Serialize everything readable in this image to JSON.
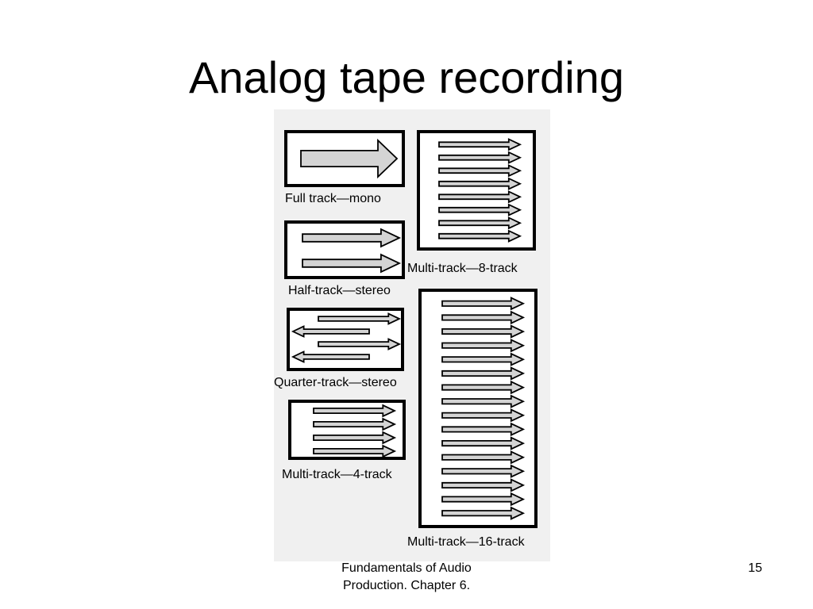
{
  "slide": {
    "title": "Analog tape recording",
    "footer_line1": "Fundamentals of Audio",
    "footer_line2": "Production. Chapter 6.",
    "page_number": "15"
  },
  "colors": {
    "figure_background": "#f0f0f0",
    "arrow_fill": "#d4d4d4",
    "frame": "#000000",
    "text": "#000000"
  },
  "formats": [
    {
      "label": "Full track—mono",
      "tracks": 1,
      "directions": [
        "right"
      ]
    },
    {
      "label": "Half-track—stereo",
      "tracks": 2,
      "directions": [
        "right",
        "right"
      ]
    },
    {
      "label": "Quarter-track—stereo",
      "tracks": 4,
      "directions": [
        "right",
        "left",
        "right",
        "left"
      ]
    },
    {
      "label": "Multi-track—4-track",
      "tracks": 4,
      "directions": [
        "right",
        "right",
        "right",
        "right"
      ]
    },
    {
      "label": "Multi-track—8-track",
      "tracks": 8,
      "directions": [
        "right",
        "right",
        "right",
        "right",
        "right",
        "right",
        "right",
        "right"
      ]
    },
    {
      "label": "Multi-track—16-track",
      "tracks": 16,
      "directions": [
        "right",
        "right",
        "right",
        "right",
        "right",
        "right",
        "right",
        "right",
        "right",
        "right",
        "right",
        "right",
        "right",
        "right",
        "right",
        "right"
      ]
    }
  ]
}
